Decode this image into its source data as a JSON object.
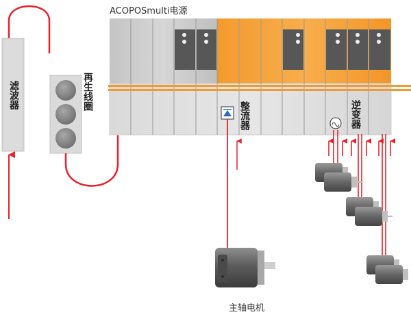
{
  "title": "ACOPOSmulti电源",
  "filter_label": "滤波器",
  "regen_label": "再生线圈",
  "rectifier_label": "整流器",
  "inverter_label": "逆变器",
  "spindle_label": "主轴电机",
  "colors": {
    "orange": "#F7A33A",
    "red": "#E8212A",
    "gray_light": "#D8D8D8",
    "gray_mid": "#B9B9B9",
    "dark": "#555555"
  }
}
